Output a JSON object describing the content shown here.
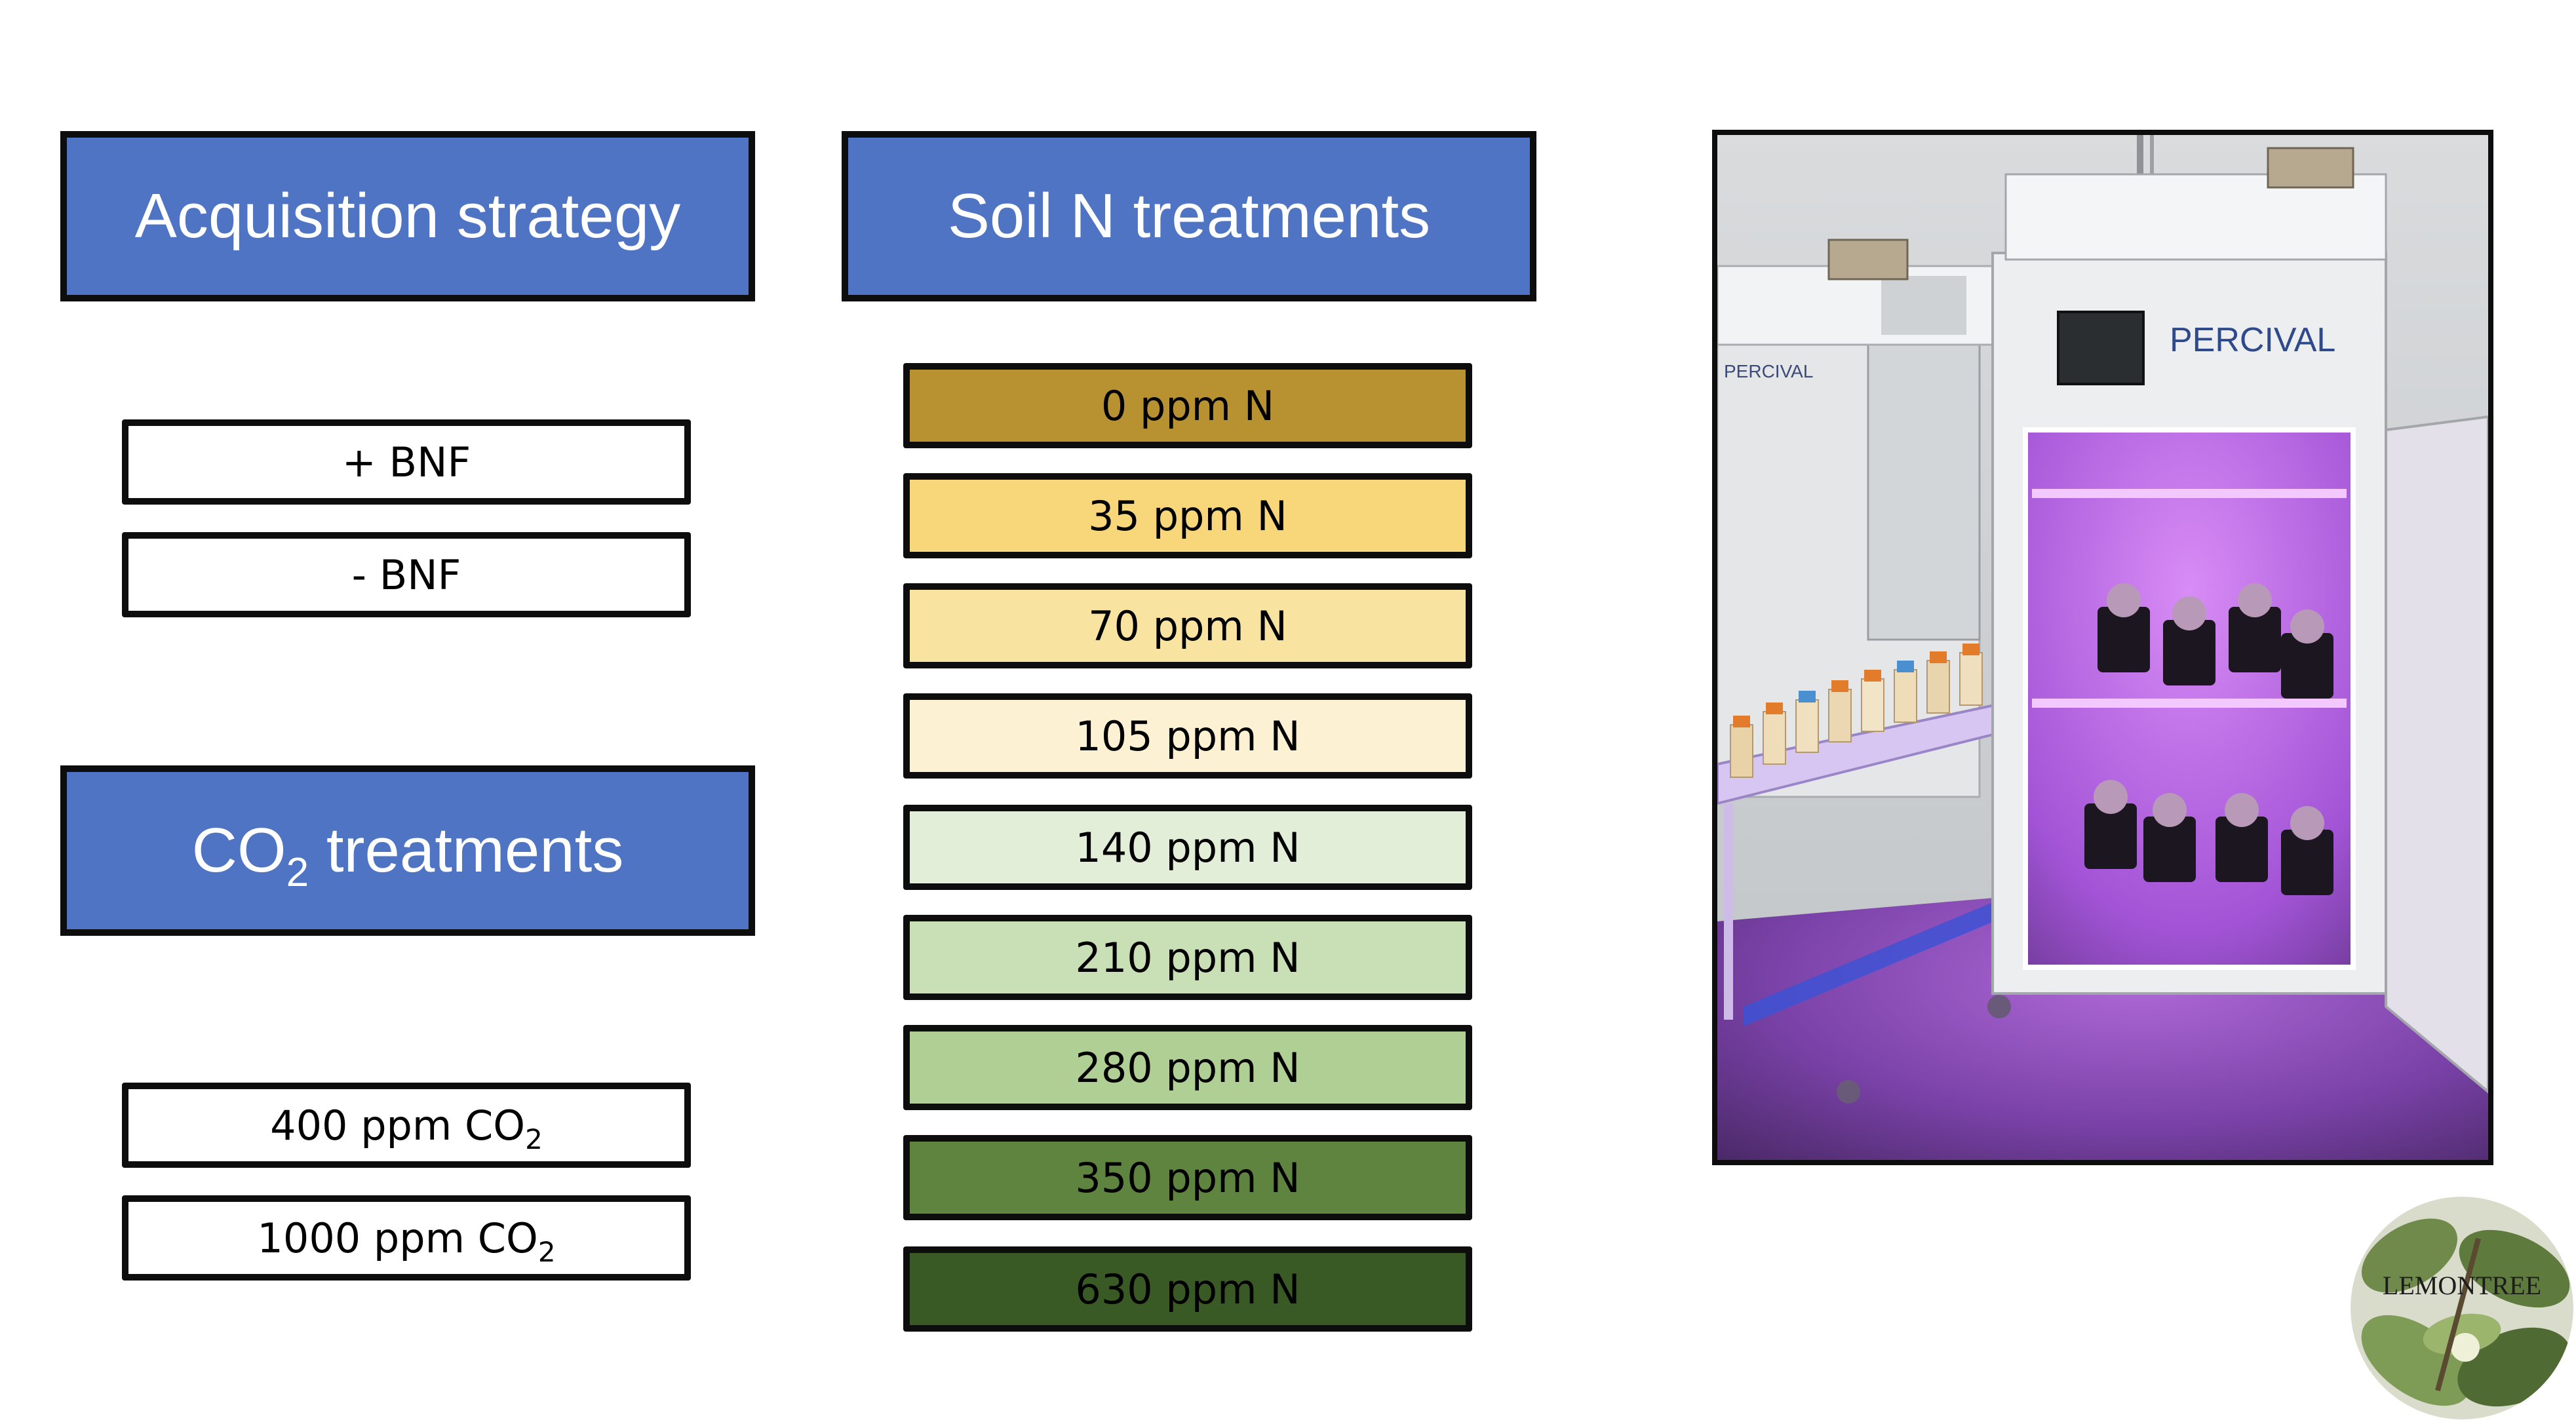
{
  "headers": {
    "acquisition": "Acquisition strategy",
    "soil_n": "Soil N treatments",
    "co2_prefix": "CO",
    "co2_sub": "2",
    "co2_suffix": " treatments"
  },
  "acquisition_options": [
    "+ BNF",
    "- BNF"
  ],
  "co2_options": [
    {
      "prefix": "400 ppm CO",
      "sub": "2"
    },
    {
      "prefix": "1000 ppm CO",
      "sub": "2"
    }
  ],
  "soil_n_treatments": [
    {
      "label": "0 ppm N",
      "color": "#b89230"
    },
    {
      "label": "35 ppm N",
      "color": "#f8d67a"
    },
    {
      "label": "70 ppm N",
      "color": "#f9e3a0"
    },
    {
      "label": "105 ppm N",
      "color": "#fdf1d3"
    },
    {
      "label": "140 ppm N",
      "color": "#e3eed9"
    },
    {
      "label": "210 ppm N",
      "color": "#c9dfb6"
    },
    {
      "label": "280 ppm N",
      "color": "#b0cf94"
    },
    {
      "label": "350 ppm N",
      "color": "#5f8440"
    },
    {
      "label": "630 ppm N",
      "color": "#3a5a25"
    }
  ],
  "photo": {
    "brand_label_large": "PERCIVAL",
    "brand_label_small": "PERCIVAL"
  },
  "logo": {
    "text": "LEMONTREE"
  },
  "colors": {
    "header_blue": "#4f74c4",
    "border": "#0d0d0d"
  }
}
